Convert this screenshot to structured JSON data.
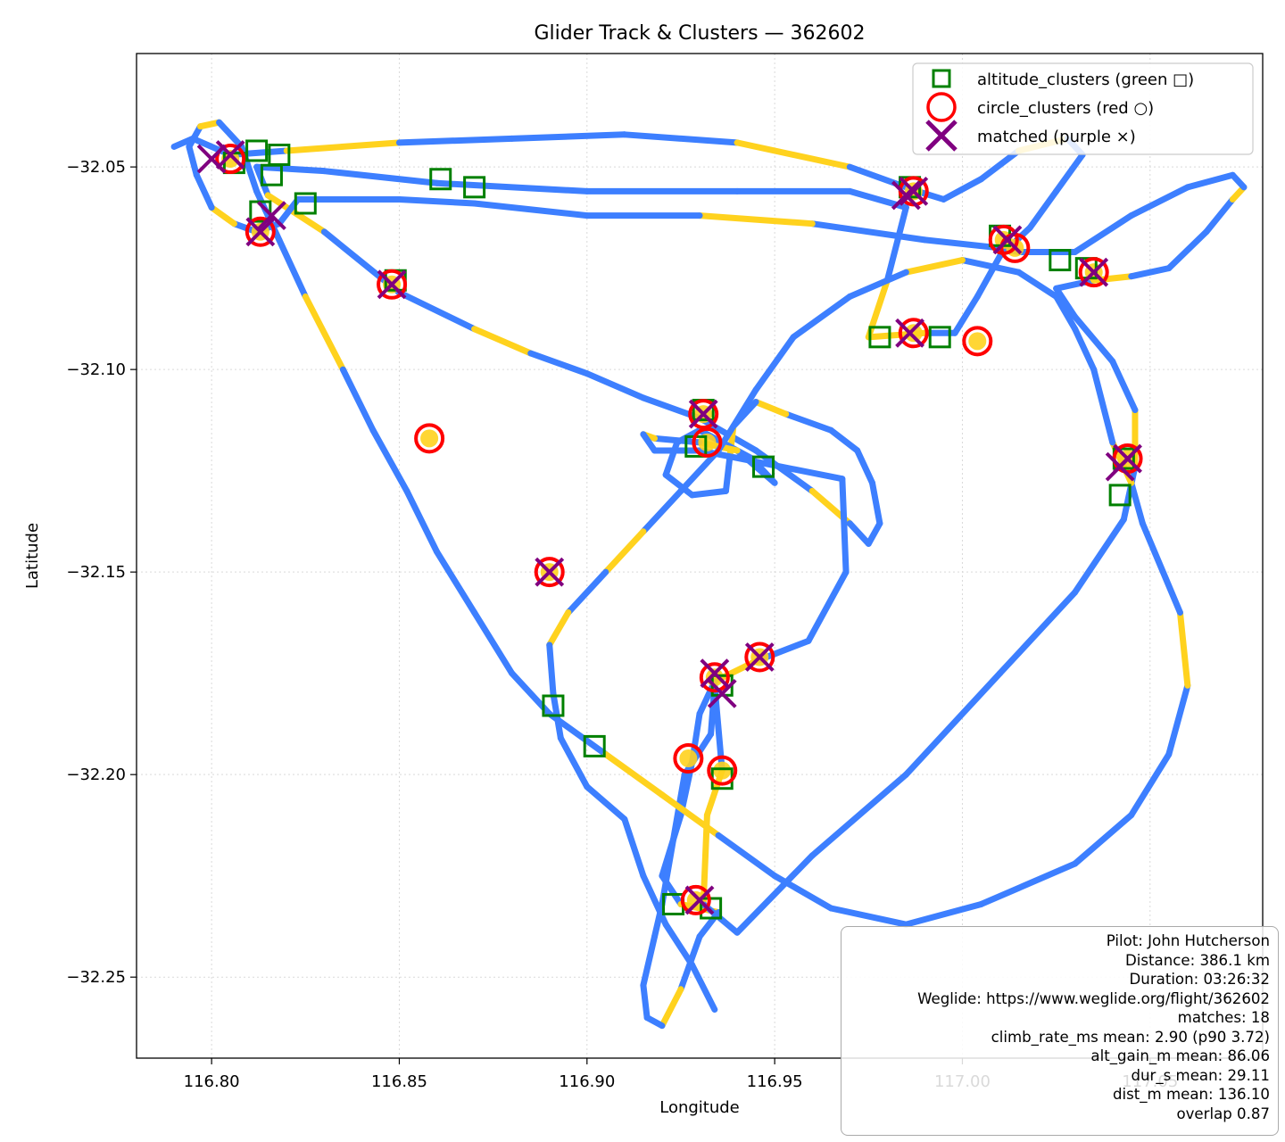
{
  "chart_data": {
    "type": "scatter",
    "title": "Glider Track & Clusters — 362602",
    "xlabel": "Longitude",
    "ylabel": "Latitude",
    "xlim": [
      116.78,
      117.08
    ],
    "ylim": [
      -32.27,
      -32.022
    ],
    "x_ticks": [
      116.8,
      116.85,
      116.9,
      116.95,
      117.0,
      117.05
    ],
    "x_tick_labels": [
      "116.80",
      "116.85",
      "116.90",
      "116.95",
      "117.00",
      "117.05"
    ],
    "y_ticks": [
      -32.05,
      -32.1,
      -32.15,
      -32.2,
      -32.25
    ],
    "y_tick_labels": [
      "−32.05",
      "−32.10",
      "−32.15",
      "−32.20",
      "−32.25"
    ],
    "grid": true,
    "legend_position": "top-right",
    "colors": {
      "track": "#3d7fff",
      "circling": "#ffd21e",
      "altitude_clusters": "#008000",
      "circle_clusters": "#ff0000",
      "matched": "#800080"
    },
    "track": [
      [
        116.79,
        -32.045
      ],
      [
        116.795,
        -32.043
      ],
      [
        116.805,
        -32.047
      ],
      [
        116.82,
        -32.046
      ],
      [
        116.85,
        -32.044
      ],
      [
        116.88,
        -32.043
      ],
      [
        116.91,
        -32.042
      ],
      [
        116.94,
        -32.044
      ],
      [
        116.97,
        -32.05
      ],
      [
        116.988,
        -32.056
      ],
      [
        116.995,
        -32.058
      ],
      [
        117.005,
        -32.053
      ],
      [
        117.015,
        -32.046
      ],
      [
        117.028,
        -32.043
      ],
      [
        117.032,
        -32.047
      ],
      [
        117.025,
        -32.056
      ],
      [
        117.018,
        -32.065
      ],
      [
        117.01,
        -32.072
      ],
      [
        117.004,
        -32.082
      ],
      [
        116.998,
        -32.091
      ],
      [
        116.99,
        -32.091
      ],
      [
        116.975,
        -32.092
      ],
      [
        116.98,
        -32.078
      ],
      [
        116.985,
        -32.06
      ],
      [
        116.97,
        -32.056
      ],
      [
        116.94,
        -32.056
      ],
      [
        116.9,
        -32.056
      ],
      [
        116.86,
        -32.054
      ],
      [
        116.83,
        -32.051
      ],
      [
        116.812,
        -32.05
      ],
      [
        116.815,
        -32.057
      ],
      [
        116.83,
        -32.066
      ],
      [
        116.85,
        -32.081
      ],
      [
        116.87,
        -32.09
      ],
      [
        116.885,
        -32.096
      ],
      [
        116.9,
        -32.101
      ],
      [
        116.915,
        -32.107
      ],
      [
        116.93,
        -32.112
      ],
      [
        116.945,
        -32.12
      ],
      [
        116.96,
        -32.13
      ],
      [
        116.97,
        -32.138
      ],
      [
        116.975,
        -32.143
      ],
      [
        116.978,
        -32.138
      ],
      [
        116.976,
        -32.128
      ],
      [
        116.972,
        -32.12
      ],
      [
        116.965,
        -32.115
      ],
      [
        116.953,
        -32.111
      ],
      [
        116.945,
        -32.108
      ],
      [
        116.939,
        -32.114
      ],
      [
        116.938,
        -32.122
      ],
      [
        116.937,
        -32.13
      ],
      [
        116.928,
        -32.131
      ],
      [
        116.921,
        -32.126
      ],
      [
        116.924,
        -32.118
      ],
      [
        116.93,
        -32.115
      ],
      [
        116.944,
        -32.122
      ],
      [
        116.95,
        -32.128
      ],
      [
        116.94,
        -32.12
      ],
      [
        116.93,
        -32.118
      ],
      [
        116.918,
        -32.117
      ],
      [
        116.915,
        -32.116
      ],
      [
        116.918,
        -32.12
      ],
      [
        116.93,
        -32.12
      ],
      [
        116.968,
        -32.127
      ],
      [
        116.969,
        -32.15
      ],
      [
        116.959,
        -32.167
      ],
      [
        116.945,
        -32.172
      ],
      [
        116.934,
        -32.177
      ],
      [
        116.93,
        -32.185
      ],
      [
        116.928,
        -32.197
      ],
      [
        116.925,
        -32.21
      ],
      [
        116.92,
        -32.225
      ],
      [
        116.925,
        -32.232
      ],
      [
        116.935,
        -32.234
      ],
      [
        116.93,
        -32.24
      ],
      [
        116.925,
        -32.253
      ],
      [
        116.92,
        -32.262
      ],
      [
        116.916,
        -32.26
      ],
      [
        116.915,
        -32.252
      ],
      [
        116.918,
        -32.24
      ],
      [
        116.92,
        -32.232
      ],
      [
        116.926,
        -32.2
      ],
      [
        116.933,
        -32.19
      ],
      [
        116.934,
        -32.178
      ],
      [
        116.936,
        -32.199
      ],
      [
        116.932,
        -32.21
      ],
      [
        116.931,
        -32.232
      ],
      [
        116.94,
        -32.239
      ],
      [
        116.96,
        -32.22
      ],
      [
        116.985,
        -32.2
      ],
      [
        117.01,
        -32.175
      ],
      [
        117.03,
        -32.155
      ],
      [
        117.043,
        -32.137
      ],
      [
        117.046,
        -32.124
      ],
      [
        117.046,
        -32.11
      ],
      [
        117.04,
        -32.098
      ],
      [
        117.03,
        -32.087
      ],
      [
        117.025,
        -32.08
      ],
      [
        117.035,
        -32.078
      ],
      [
        117.045,
        -32.077
      ],
      [
        117.055,
        -32.075
      ],
      [
        117.065,
        -32.066
      ],
      [
        117.072,
        -32.058
      ],
      [
        117.075,
        -32.055
      ],
      [
        117.072,
        -32.052
      ],
      [
        117.06,
        -32.055
      ],
      [
        117.045,
        -32.062
      ],
      [
        117.03,
        -32.071
      ],
      [
        117.015,
        -32.071
      ],
      [
        117.01,
        -32.07
      ],
      [
        116.99,
        -32.068
      ],
      [
        116.96,
        -32.064
      ],
      [
        116.93,
        -32.062
      ],
      [
        116.9,
        -32.062
      ],
      [
        116.87,
        -32.059
      ],
      [
        116.85,
        -32.058
      ],
      [
        116.835,
        -32.058
      ],
      [
        116.823,
        -32.058
      ],
      [
        116.818,
        -32.064
      ],
      [
        116.812,
        -32.066
      ],
      [
        116.806,
        -32.064
      ],
      [
        116.8,
        -32.06
      ],
      [
        116.796,
        -32.052
      ],
      [
        116.794,
        -32.045
      ],
      [
        116.797,
        -32.04
      ],
      [
        116.802,
        -32.039
      ],
      [
        116.808,
        -32.045
      ],
      [
        116.812,
        -32.056
      ],
      [
        116.818,
        -32.068
      ],
      [
        116.825,
        -32.082
      ],
      [
        116.835,
        -32.1
      ],
      [
        116.843,
        -32.115
      ],
      [
        116.852,
        -32.13
      ],
      [
        116.86,
        -32.145
      ],
      [
        116.87,
        -32.16
      ],
      [
        116.88,
        -32.175
      ],
      [
        116.89,
        -32.185
      ],
      [
        116.905,
        -32.195
      ],
      [
        116.92,
        -32.205
      ],
      [
        116.935,
        -32.215
      ],
      [
        116.95,
        -32.225
      ],
      [
        116.965,
        -32.233
      ],
      [
        116.985,
        -32.237
      ],
      [
        117.005,
        -32.232
      ],
      [
        117.03,
        -32.222
      ],
      [
        117.045,
        -32.21
      ],
      [
        117.055,
        -32.195
      ],
      [
        117.06,
        -32.178
      ],
      [
        117.058,
        -32.16
      ],
      [
        117.048,
        -32.138
      ],
      [
        117.045,
        -32.128
      ],
      [
        117.04,
        -32.118
      ],
      [
        117.035,
        -32.1
      ],
      [
        117.03,
        -32.09
      ],
      [
        117.025,
        -32.082
      ],
      [
        117.015,
        -32.076
      ],
      [
        117.0,
        -32.073
      ],
      [
        116.985,
        -32.076
      ],
      [
        116.97,
        -32.082
      ],
      [
        116.955,
        -32.092
      ],
      [
        116.945,
        -32.105
      ],
      [
        116.935,
        -32.12
      ],
      [
        116.925,
        -32.13
      ],
      [
        116.915,
        -32.14
      ],
      [
        116.905,
        -32.15
      ],
      [
        116.895,
        -32.16
      ],
      [
        116.89,
        -32.168
      ],
      [
        116.891,
        -32.18
      ],
      [
        116.893,
        -32.191
      ],
      [
        116.9,
        -32.203
      ],
      [
        116.91,
        -32.211
      ],
      [
        116.915,
        -32.225
      ],
      [
        116.921,
        -32.237
      ],
      [
        116.928,
        -32.247
      ],
      [
        116.934,
        -32.258
      ]
    ],
    "altitude_clusters": [
      [
        116.806,
        -32.049
      ],
      [
        116.812,
        -32.046
      ],
      [
        116.818,
        -32.047
      ],
      [
        116.816,
        -32.052
      ],
      [
        116.825,
        -32.059
      ],
      [
        116.813,
        -32.061
      ],
      [
        116.849,
        -32.078
      ],
      [
        116.861,
        -32.053
      ],
      [
        116.87,
        -32.055
      ],
      [
        116.931,
        -32.11
      ],
      [
        116.929,
        -32.119
      ],
      [
        116.947,
        -32.124
      ],
      [
        116.986,
        -32.055
      ],
      [
        117.01,
        -32.067
      ],
      [
        117.026,
        -32.073
      ],
      [
        117.033,
        -32.075
      ],
      [
        116.978,
        -32.092
      ],
      [
        116.994,
        -32.092
      ],
      [
        117.043,
        -32.122
      ],
      [
        117.042,
        -32.131
      ],
      [
        116.891,
        -32.183
      ],
      [
        116.902,
        -32.193
      ],
      [
        116.936,
        -32.178
      ],
      [
        116.936,
        -32.201
      ],
      [
        116.923,
        -32.232
      ],
      [
        116.933,
        -32.233
      ]
    ],
    "circle_clusters": [
      [
        116.805,
        -32.048
      ],
      [
        116.813,
        -32.066
      ],
      [
        116.848,
        -32.079
      ],
      [
        116.858,
        -32.117
      ],
      [
        116.931,
        -32.111
      ],
      [
        116.932,
        -32.118
      ],
      [
        116.987,
        -32.056
      ],
      [
        117.011,
        -32.068
      ],
      [
        117.014,
        -32.07
      ],
      [
        117.035,
        -32.076
      ],
      [
        116.987,
        -32.091
      ],
      [
        117.004,
        -32.093
      ],
      [
        117.044,
        -32.122
      ],
      [
        116.89,
        -32.15
      ],
      [
        116.934,
        -32.176
      ],
      [
        116.946,
        -32.171
      ],
      [
        116.927,
        -32.196
      ],
      [
        116.936,
        -32.199
      ],
      [
        116.929,
        -32.231
      ]
    ],
    "matched": [
      [
        116.805,
        -32.047
      ],
      [
        116.813,
        -32.066
      ],
      [
        116.848,
        -32.079
      ],
      [
        116.987,
        -32.056
      ],
      [
        117.012,
        -32.068
      ],
      [
        117.035,
        -32.076
      ],
      [
        116.986,
        -32.091
      ],
      [
        117.044,
        -32.122
      ],
      [
        116.89,
        -32.15
      ],
      [
        116.934,
        -32.175
      ],
      [
        116.946,
        -32.171
      ],
      [
        116.93,
        -32.231
      ],
      [
        116.931,
        -32.111
      ],
      [
        116.8,
        -32.048
      ],
      [
        116.816,
        -32.062
      ],
      [
        116.985,
        -32.057
      ],
      [
        116.936,
        -32.18
      ],
      [
        117.042,
        -32.124
      ]
    ],
    "legend": [
      {
        "key": "altitude_clusters",
        "label": "altitude_clusters (green □)"
      },
      {
        "key": "circle_clusters",
        "label": "circle_clusters (red ○)"
      },
      {
        "key": "matched",
        "label": "matched (purple ×)"
      }
    ],
    "info_lines": [
      "Pilot: John Hutcherson",
      "Distance: 386.1 km",
      "Duration: 03:26:32",
      "Weglide: https://www.weglide.org/flight/362602",
      "matches: 18",
      "climb_rate_ms mean: 2.90 (p90 3.72)",
      "alt_gain_m mean: 86.06",
      "dur_s mean: 29.11",
      "dist_m mean: 136.10",
      "overlap 0.87"
    ]
  }
}
